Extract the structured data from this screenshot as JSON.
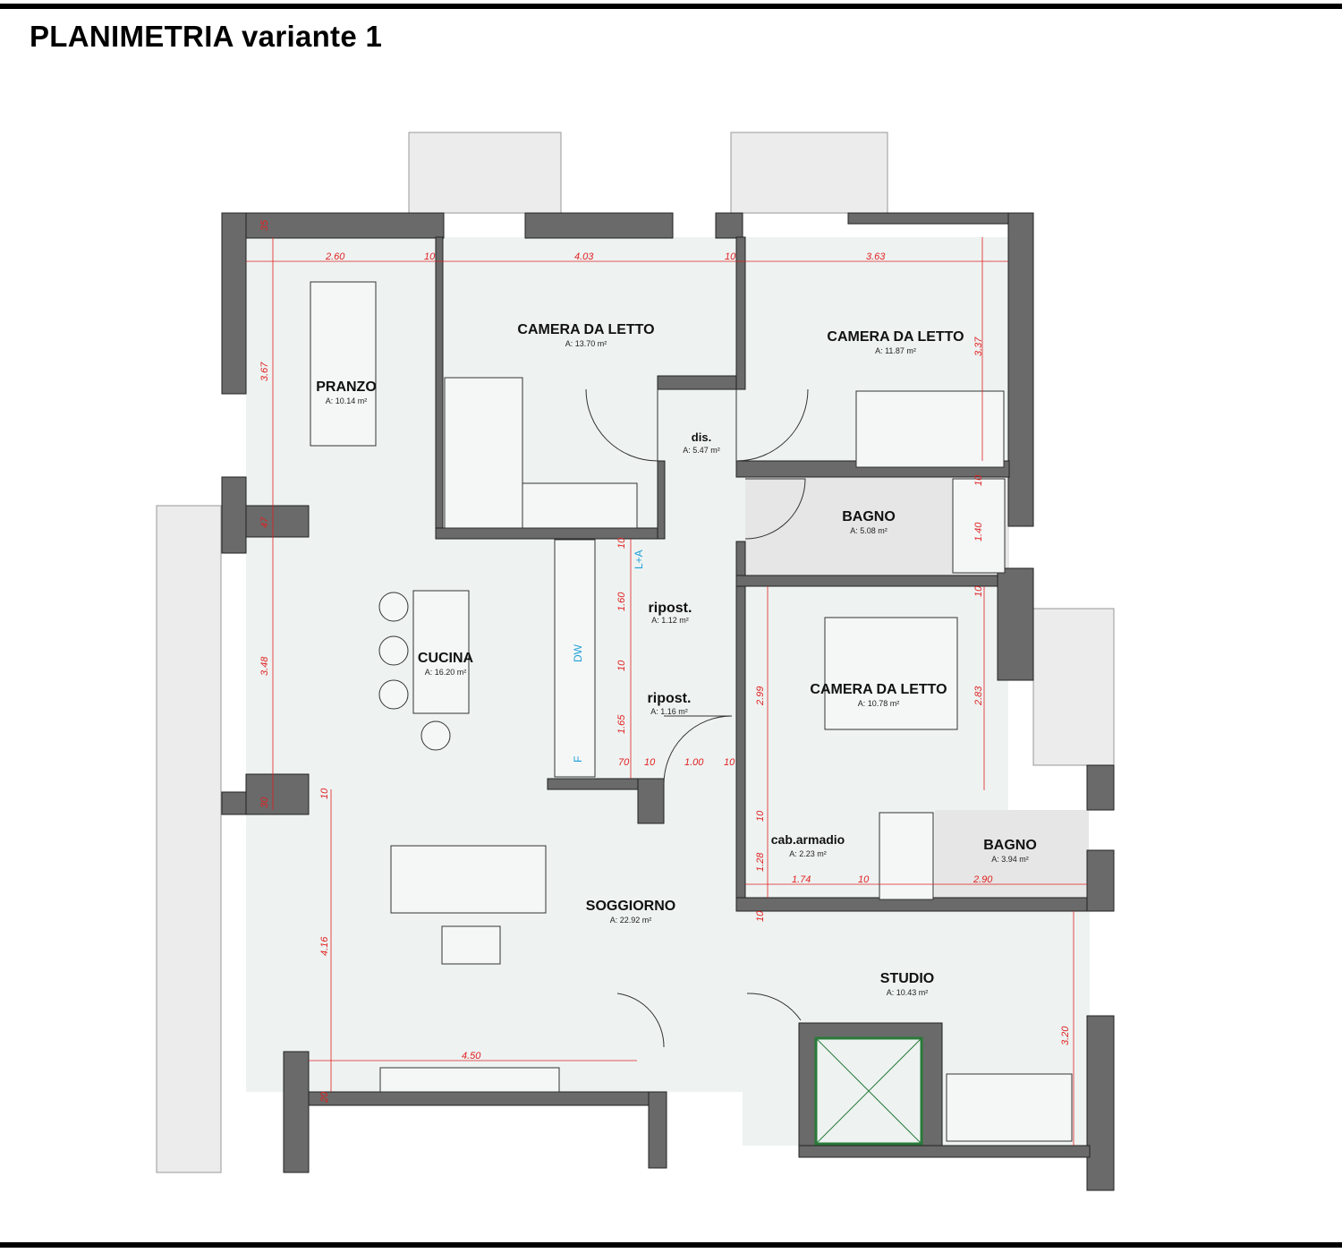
{
  "title": "PLANIMETRIA variante 1",
  "colors": {
    "wall": "#6a6a6a",
    "floor": "#eef3f2",
    "bath_floor": "#e6e6e6",
    "dimension": "#e02020",
    "appliance_label": "#1ea0d8",
    "elevator_frame": "#2a7a3a"
  },
  "rooms": [
    {
      "name": "CAMERA DA LETTO",
      "area": "A: 13.70 m²"
    },
    {
      "name": "CAMERA DA LETTO",
      "area": "A: 11.87 m²"
    },
    {
      "name": "PRANZO",
      "area": "A: 10.14 m²"
    },
    {
      "name": "dis.",
      "area": "A: 5.47 m²"
    },
    {
      "name": "BAGNO",
      "area": "A: 5.08 m²"
    },
    {
      "name": "ripost.",
      "area": "A: 1.12 m²"
    },
    {
      "name": "CUCINA",
      "area": "A: 16.20 m²"
    },
    {
      "name": "ripost.",
      "area": "A: 1.16 m²"
    },
    {
      "name": "CAMERA DA LETTO",
      "area": "A: 10.78 m²"
    },
    {
      "name": "cab.armadio",
      "area": "A: 2.23 m²"
    },
    {
      "name": "BAGNO",
      "area": "A: 3.94 m²"
    },
    {
      "name": "SOGGIORNO",
      "area": "A: 22.92 m²"
    },
    {
      "name": "STUDIO",
      "area": "A: 10.43 m²"
    }
  ],
  "dimensions": [
    "35",
    "2.60",
    "10",
    "4.03",
    "10",
    "3.63",
    "3.67",
    "3.37",
    "47",
    "3.48",
    "30",
    "10",
    "1.40",
    "10",
    "1.60",
    "10",
    "1.65",
    "70",
    "10",
    "1.00",
    "10",
    "10",
    "2.99",
    "2.83",
    "10",
    "1.28",
    "1.74",
    "10",
    "2.90",
    "10",
    "10",
    "4.16",
    "4.50",
    "20",
    "3.20"
  ],
  "appliances": [
    "L+A",
    "DW",
    "F"
  ]
}
